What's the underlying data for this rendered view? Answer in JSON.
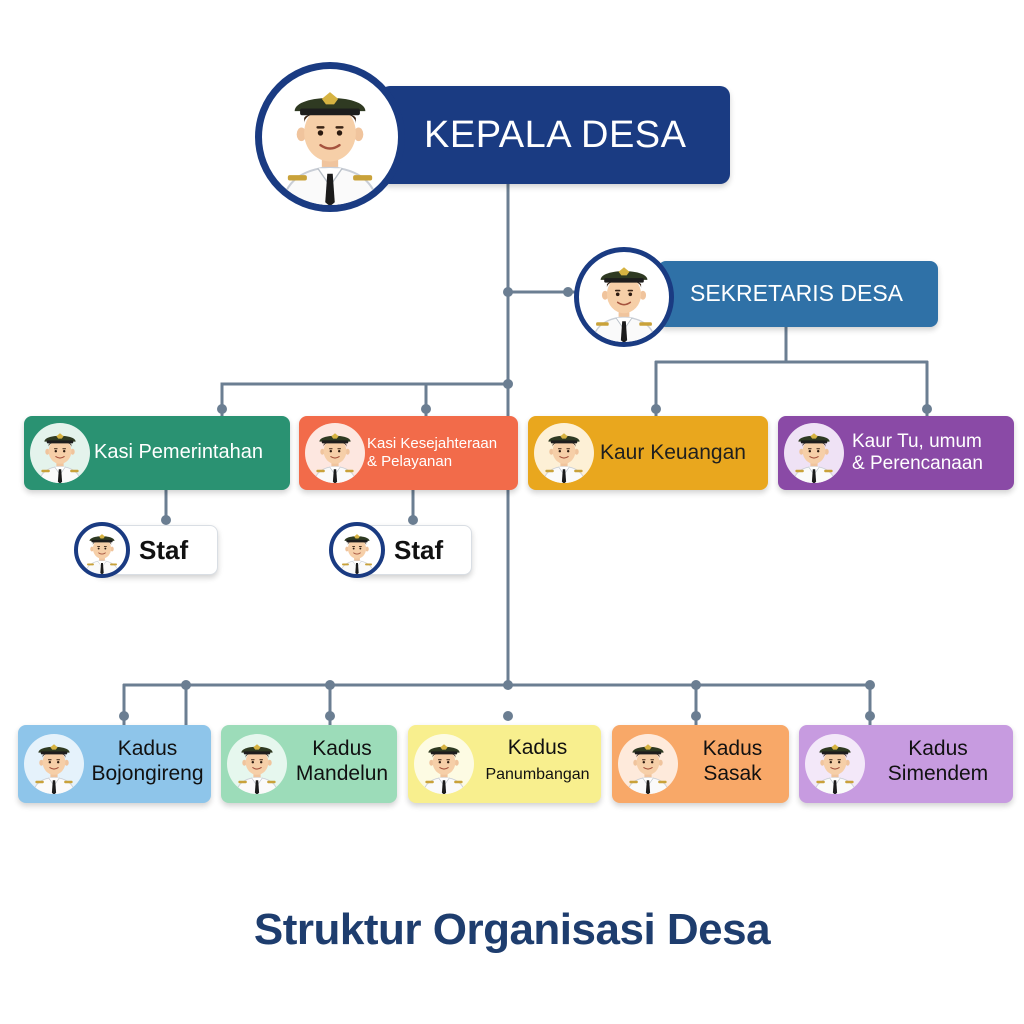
{
  "diagram": {
    "title": "Struktur Organisasi Desa",
    "nodes": {
      "kepala_desa": {
        "label": "KEPALA DESA",
        "color": "#1a3b82"
      },
      "sekretaris_desa": {
        "label": "SEKRETARIS DESA",
        "color": "#2f71a7"
      },
      "kasi_pemerintahan": {
        "label": "Kasi Pemerintahan",
        "color": "#2a9272"
      },
      "kasi_kesejahteraan": {
        "line1": "Kasi Kesejahteraan",
        "line2": "& Pelayanan",
        "color": "#f26b4a"
      },
      "kaur_keuangan": {
        "label": "Kaur Keuangan",
        "color": "#e9a71e"
      },
      "kaur_tu": {
        "line1": "Kaur Tu, umum",
        "line2": "& Perencanaan",
        "color": "#8a4aa6"
      },
      "staf_1": {
        "label": "Staf"
      },
      "staf_2": {
        "label": "Staf"
      },
      "kadus_1": {
        "line1": "Kadus",
        "line2": "Bojongireng",
        "color": "#8ec5ea"
      },
      "kadus_2": {
        "line1": "Kadus",
        "line2": "Mandelun",
        "color": "#9cdcb9"
      },
      "kadus_3": {
        "line1": "Kadus",
        "line2": "Panumbangan",
        "color": "#f8ef8e"
      },
      "kadus_4": {
        "line1": "Kadus",
        "line2": "Sasak",
        "color": "#f8a868"
      },
      "kadus_5": {
        "line1": "Kadus",
        "line2": "Simendem",
        "color": "#c79be0"
      }
    },
    "avatar_icon": "village-official-avatar-icon",
    "connector_color": "#6b7e92"
  }
}
